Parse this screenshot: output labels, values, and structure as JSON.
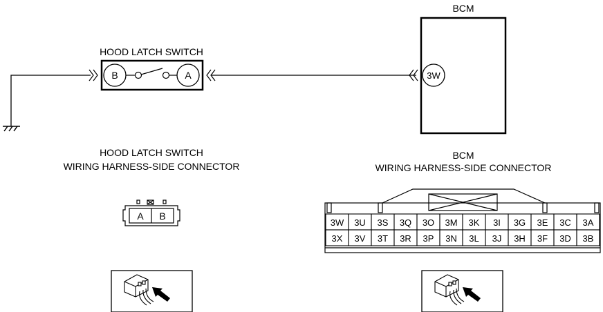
{
  "hood_latch_switch": {
    "label": "HOOD LATCH SWITCH",
    "pin_b": "B",
    "pin_a": "A"
  },
  "bcm": {
    "label": "BCM",
    "pin": "3W"
  },
  "hood_connector": {
    "title_line1": "HOOD LATCH SWITCH",
    "title_line2": "WIRING HARNESS-SIDE CONNECTOR",
    "pins": [
      "A",
      "B"
    ]
  },
  "bcm_connector": {
    "title_line1": "BCM",
    "title_line2": "WIRING HARNESS-SIDE CONNECTOR",
    "row1": [
      "3W",
      "3U",
      "3S",
      "3Q",
      "3O",
      "3M",
      "3K",
      "3I",
      "3G",
      "3E",
      "3C",
      "3A"
    ],
    "row2": [
      "3X",
      "3V",
      "3T",
      "3R",
      "3P",
      "3N",
      "3L",
      "3J",
      "3H",
      "3F",
      "3D",
      "3B"
    ]
  }
}
